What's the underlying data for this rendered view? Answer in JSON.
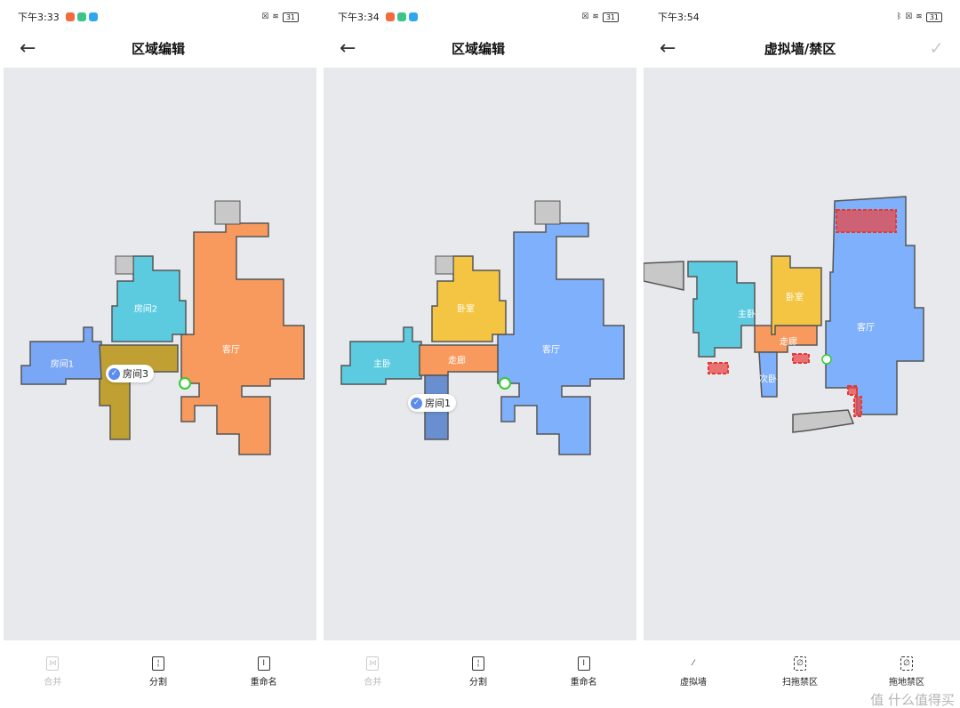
{
  "screens": [
    {
      "time": "下午3:33",
      "battery": "31",
      "title": "区域编辑",
      "rooms": [
        "房间1",
        "房间2",
        "房间3",
        "客厅"
      ],
      "selected": "房间3",
      "tools": [
        {
          "label": "合并",
          "icon": "merge-icon",
          "disabled": true
        },
        {
          "label": "分割",
          "icon": "split-icon"
        },
        {
          "label": "重命名",
          "icon": "rename-icon"
        }
      ]
    },
    {
      "time": "下午3:34",
      "battery": "31",
      "title": "区域编辑",
      "rooms": [
        "主卧",
        "卧室",
        "走廊",
        "客厅"
      ],
      "selected": "房间1",
      "tools": [
        {
          "label": "合并",
          "icon": "merge-icon",
          "disabled": true
        },
        {
          "label": "分割",
          "icon": "split-icon"
        },
        {
          "label": "重命名",
          "icon": "rename-icon"
        }
      ]
    },
    {
      "time": "下午3:54",
      "battery": "31",
      "title": "虚拟墙/禁区",
      "rooms": [
        "主卧",
        "卧室",
        "走廊",
        "客厅",
        "次卧"
      ],
      "tools": [
        {
          "label": "虚拟墙",
          "icon": "virtual-wall-icon"
        },
        {
          "label": "扫拖禁区",
          "icon": "no-sweep-zone-icon"
        },
        {
          "label": "拖地禁区",
          "icon": "no-mop-zone-icon"
        }
      ]
    }
  ],
  "watermark": "值 什么值得买",
  "colors": {
    "map_bg": "#e7e9ed",
    "blue": "#7fb0fb",
    "orange": "#f89a5e",
    "cyan": "#5ccbe0",
    "yellow": "#f4c542",
    "olive": "#c1a033",
    "forbidden": "#e85a5a"
  }
}
